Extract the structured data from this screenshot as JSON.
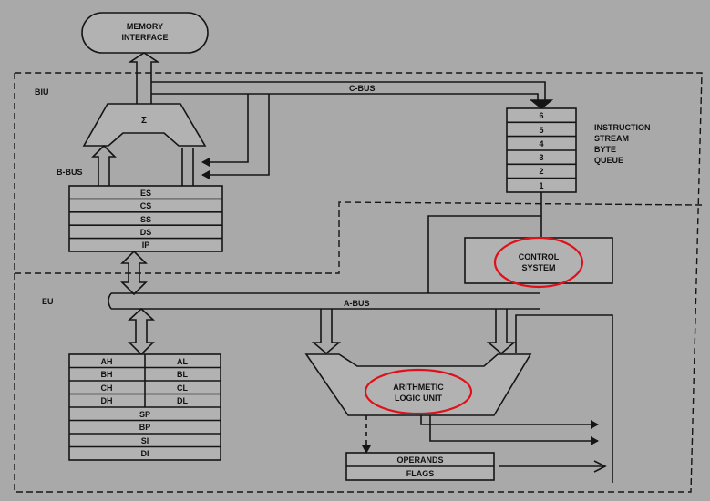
{
  "diagram": {
    "memory_interface": [
      "MEMORY",
      "INTERFACE"
    ],
    "biu_label": "BIU",
    "eu_label": "EU",
    "c_bus_label": "C-BUS",
    "b_bus_label": "B-BUS",
    "a_bus_label": "A-BUS",
    "sigma_label": "Σ",
    "segment_registers": [
      "ES",
      "CS",
      "SS",
      "DS",
      "IP"
    ],
    "queue_bytes": [
      "6",
      "5",
      "4",
      "3",
      "2",
      "1"
    ],
    "queue_label": [
      "INSTRUCTION",
      "STREAM",
      "BYTE",
      "QUEUE"
    ],
    "control_system": [
      "CONTROL",
      "SYSTEM"
    ],
    "general_registers": [
      [
        "AH",
        "AL"
      ],
      [
        "BH",
        "BL"
      ],
      [
        "CH",
        "CL"
      ],
      [
        "DH",
        "DL"
      ]
    ],
    "pointer_registers": [
      "SP",
      "BP",
      "SI",
      "DI"
    ],
    "alu_label": [
      "ARITHMETIC",
      "LOGIC UNIT"
    ],
    "operands_label": "OPERANDS",
    "flags_label": "FLAGS",
    "highlight_color": "#e0101a",
    "line_color": "#151515",
    "box_fill": "#b2b2b2"
  }
}
